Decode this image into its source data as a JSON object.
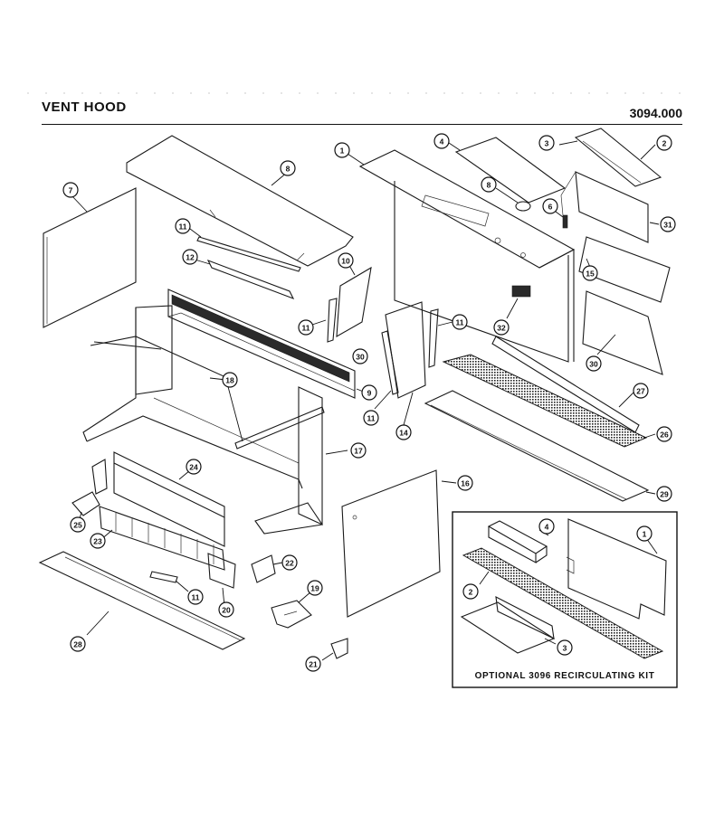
{
  "header": {
    "title": "VENT HOOD",
    "model_number": "3094.000"
  },
  "kit": {
    "caption": "OPTIONAL 3096 RECIRCULATING KIT"
  },
  "callouts": [
    {
      "id": "c-7",
      "label": "7"
    },
    {
      "id": "c-8",
      "label": "8"
    },
    {
      "id": "c-11a",
      "label": "11"
    },
    {
      "id": "c-12",
      "label": "12"
    },
    {
      "id": "c-10",
      "label": "10"
    },
    {
      "id": "c-11b",
      "label": "11"
    },
    {
      "id": "c-30a",
      "label": "30"
    },
    {
      "id": "c-9",
      "label": "9"
    },
    {
      "id": "c-18",
      "label": "18"
    },
    {
      "id": "c-17",
      "label": "17"
    },
    {
      "id": "c-24",
      "label": "24"
    },
    {
      "id": "c-25",
      "label": "25"
    },
    {
      "id": "c-23",
      "label": "23"
    },
    {
      "id": "c-11c",
      "label": "11"
    },
    {
      "id": "c-20",
      "label": "20"
    },
    {
      "id": "c-22",
      "label": "22"
    },
    {
      "id": "c-19",
      "label": "19"
    },
    {
      "id": "c-21",
      "label": "21"
    },
    {
      "id": "c-28",
      "label": "28"
    },
    {
      "id": "c-1",
      "label": "1"
    },
    {
      "id": "c-4",
      "label": "4"
    },
    {
      "id": "c-3",
      "label": "3"
    },
    {
      "id": "c-2",
      "label": "2"
    },
    {
      "id": "c-8b",
      "label": "8"
    },
    {
      "id": "c-6",
      "label": "6"
    },
    {
      "id": "c-31",
      "label": "31"
    },
    {
      "id": "c-15",
      "label": "15"
    },
    {
      "id": "c-30b",
      "label": "30"
    },
    {
      "id": "c-32",
      "label": "32"
    },
    {
      "id": "c-11d",
      "label": "11"
    },
    {
      "id": "c-11e",
      "label": "11"
    },
    {
      "id": "c-14",
      "label": "14"
    },
    {
      "id": "c-27",
      "label": "27"
    },
    {
      "id": "c-26",
      "label": "26"
    },
    {
      "id": "c-29",
      "label": "29"
    },
    {
      "id": "c-16",
      "label": "16"
    },
    {
      "id": "k-4",
      "label": "4"
    },
    {
      "id": "k-1",
      "label": "1"
    },
    {
      "id": "k-2",
      "label": "2"
    },
    {
      "id": "k-3",
      "label": "3"
    }
  ]
}
